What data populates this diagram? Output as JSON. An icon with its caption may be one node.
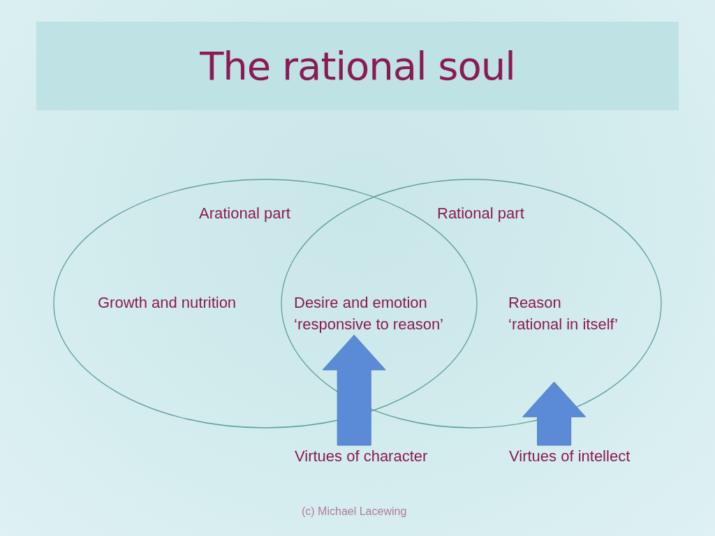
{
  "diagram": {
    "title": "The rational soul",
    "nodes": [
      {
        "text": [
          "Arational part",
          "Growth and nutrition"
        ]
      },
      {
        "text": [
          "Rational part",
          "Reason",
          "‘rational in itself’"
        ]
      },
      {
        "text": [
          "Desire and emotion",
          "‘responsive to reason’"
        ]
      },
      {
        "text": [
          "Virtues of character"
        ]
      },
      {
        "text": [
          "Virtues of intellect"
        ]
      }
    ],
    "edges": [
      {
        "from": 3,
        "to": 2,
        "arrow": "to",
        "style": "thick",
        "color": "#5b8bd6"
      },
      {
        "from": 4,
        "to": 1,
        "arrow": "to",
        "style": "thick",
        "color": "#5b8bd6"
      }
    ],
    "labels": [
      "(c) Michael Lacewing"
    ]
  }
}
